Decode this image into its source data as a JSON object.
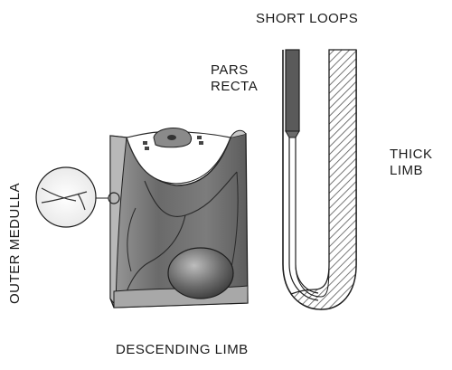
{
  "labels": {
    "short_loops": "SHORT LOOPS",
    "pars_recta_line1": "PARS",
    "pars_recta_line2": "RECTA",
    "thick_limb_line1": "THICK",
    "thick_limb_line2": "LIMB",
    "outer_medulla": "OUTER MEDULLA",
    "descending_limb": "DESCENDING LIMB"
  },
  "colors": {
    "cell_shade": "#6e6e6e",
    "outline": "#1e1e1e",
    "tube_dark": "#5a5a5a",
    "hatch": "#444444",
    "background": "#ffffff"
  }
}
